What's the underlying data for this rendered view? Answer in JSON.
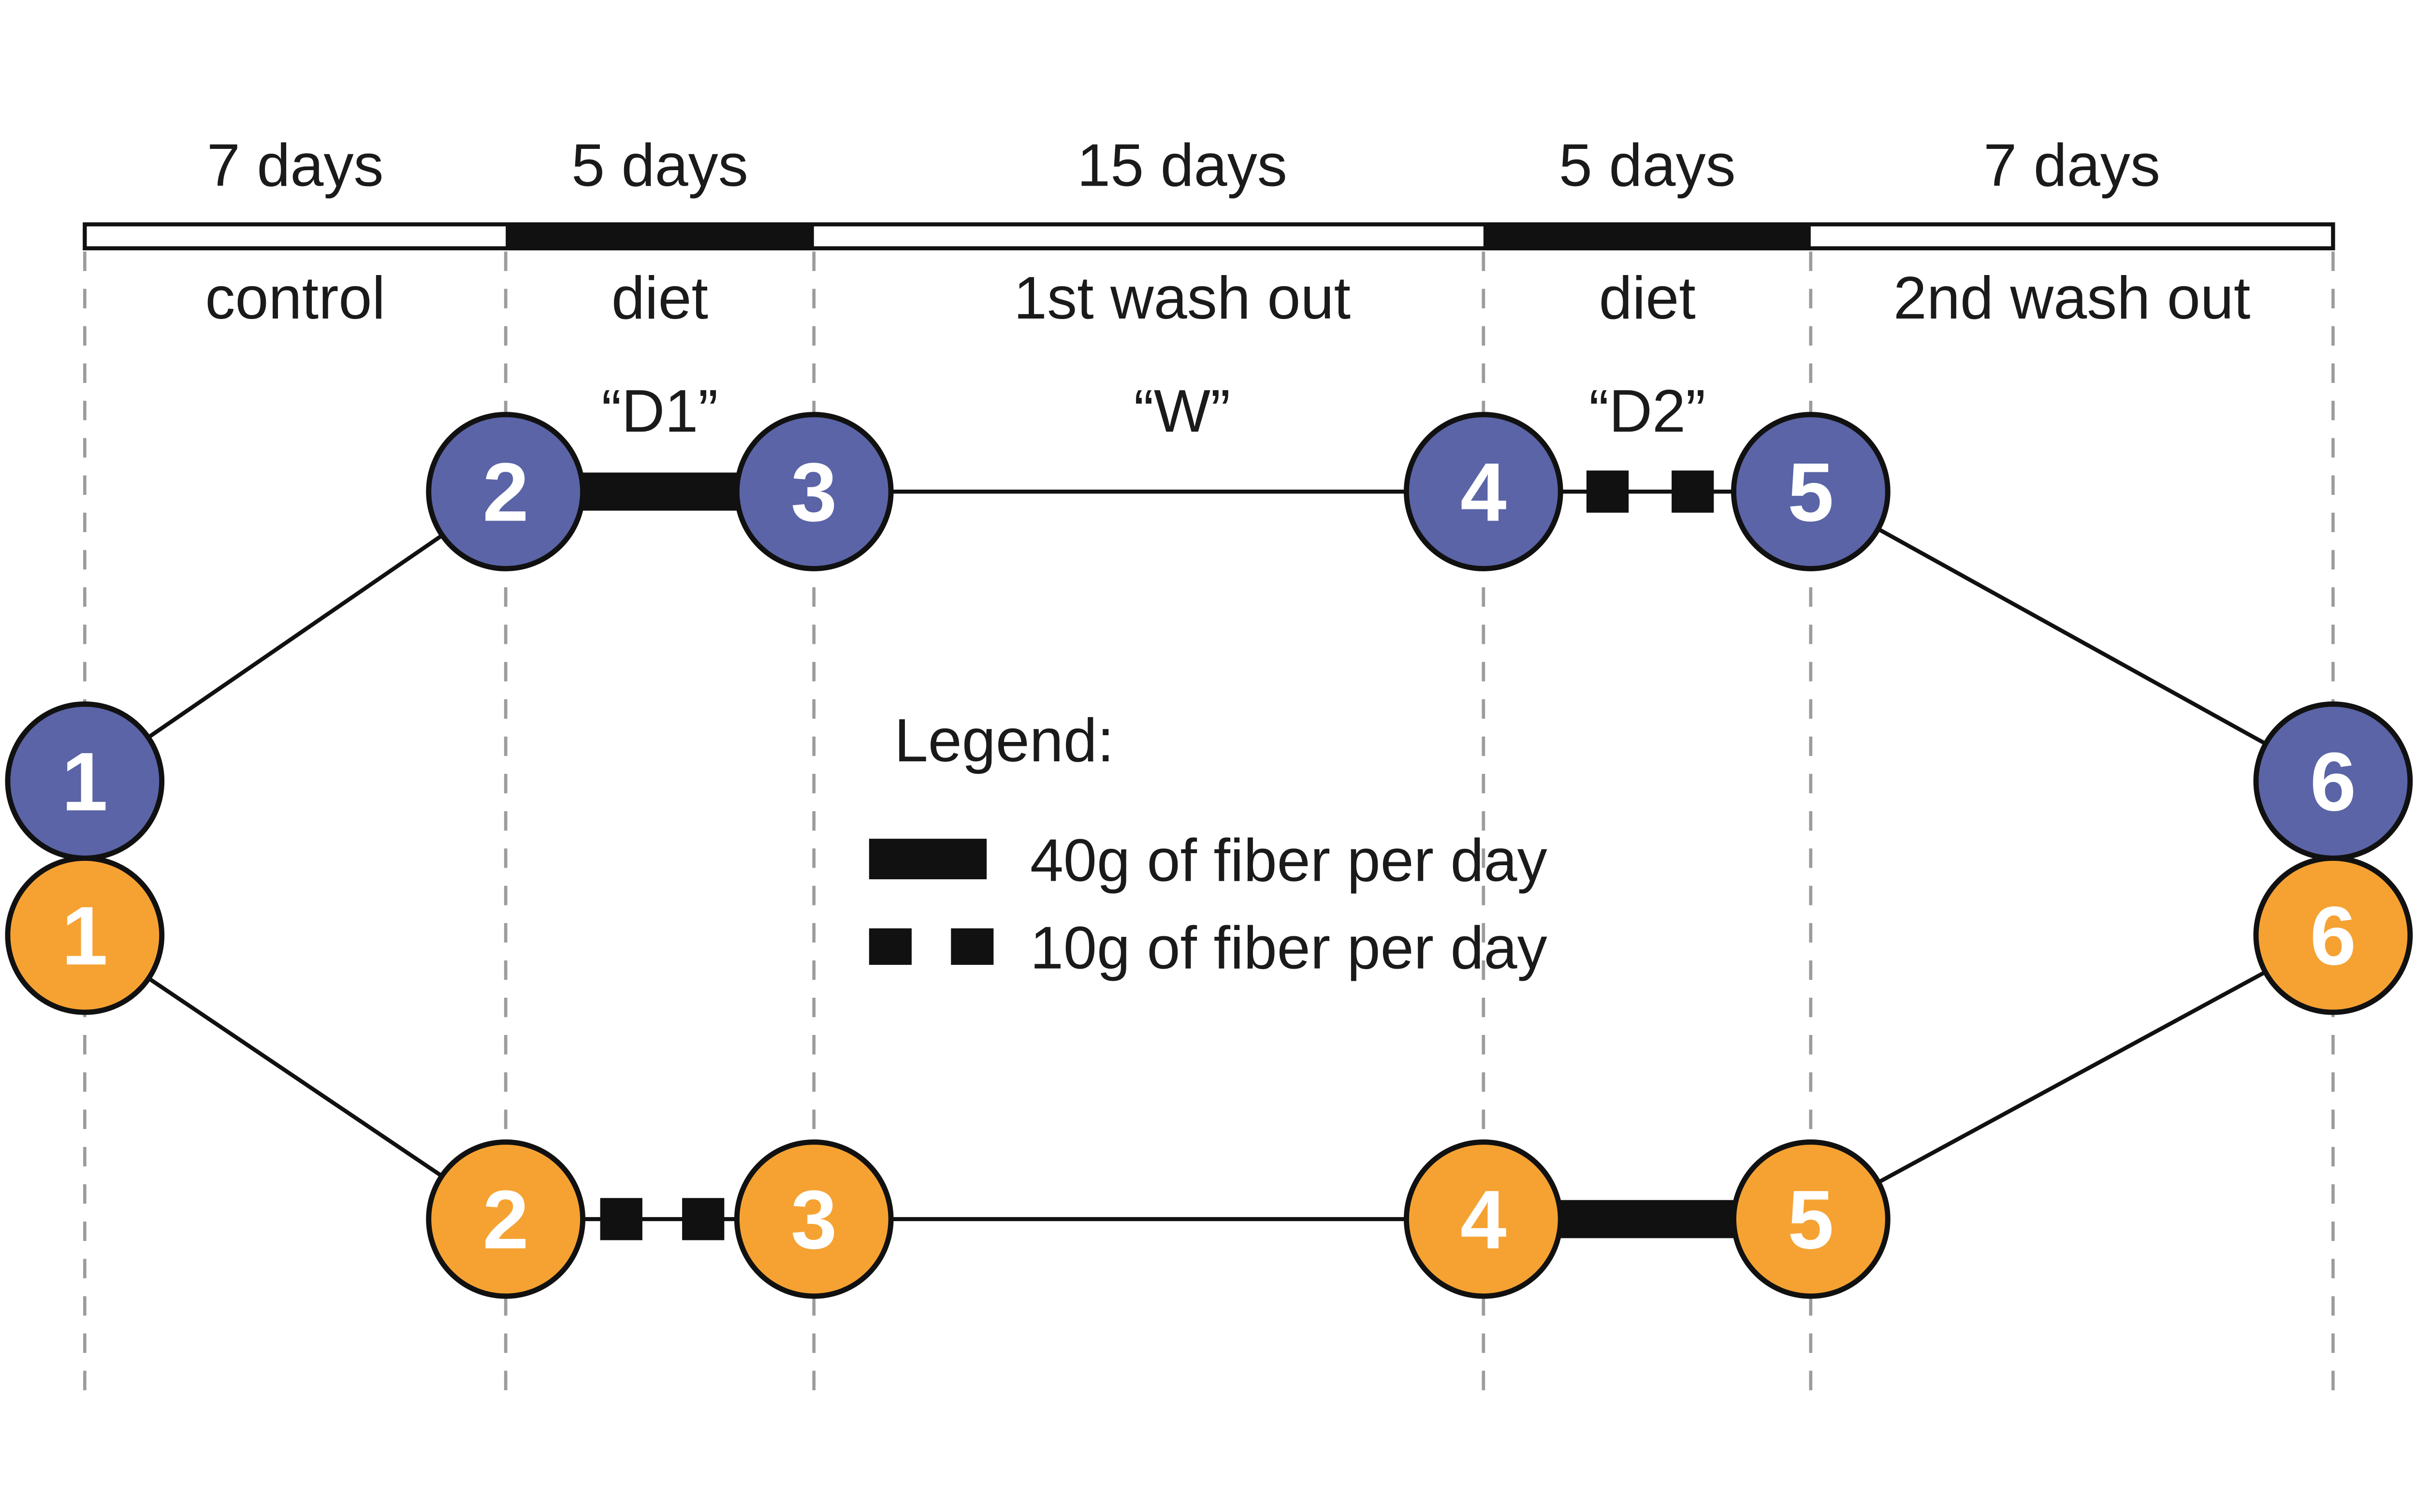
{
  "timeline": {
    "durations": [
      "7 days",
      "5 days",
      "15 days",
      "5 days",
      "7 days"
    ],
    "phases": [
      "control",
      "diet",
      "1st wash out",
      "diet",
      "2nd wash out"
    ],
    "codes": [
      "“D1”",
      "“W”",
      "“D2”"
    ]
  },
  "arms": {
    "blue": {
      "color": "#5A64A6",
      "nodes": [
        "1",
        "2",
        "3",
        "4",
        "5",
        "6"
      ]
    },
    "orange": {
      "color": "#F5A233",
      "nodes": [
        "1",
        "2",
        "3",
        "4",
        "5",
        "6"
      ]
    }
  },
  "legend": {
    "title": "Legend:",
    "items": [
      {
        "symbol": "solid-bar",
        "label": "40g of fiber per day"
      },
      {
        "symbol": "dashed-bar",
        "label": "10g of fiber per day"
      }
    ]
  },
  "colors": {
    "node_blue": "#5A64A6",
    "node_orange": "#F5A233",
    "dashed_guide": "#9C9C9C",
    "ink": "#111111"
  }
}
